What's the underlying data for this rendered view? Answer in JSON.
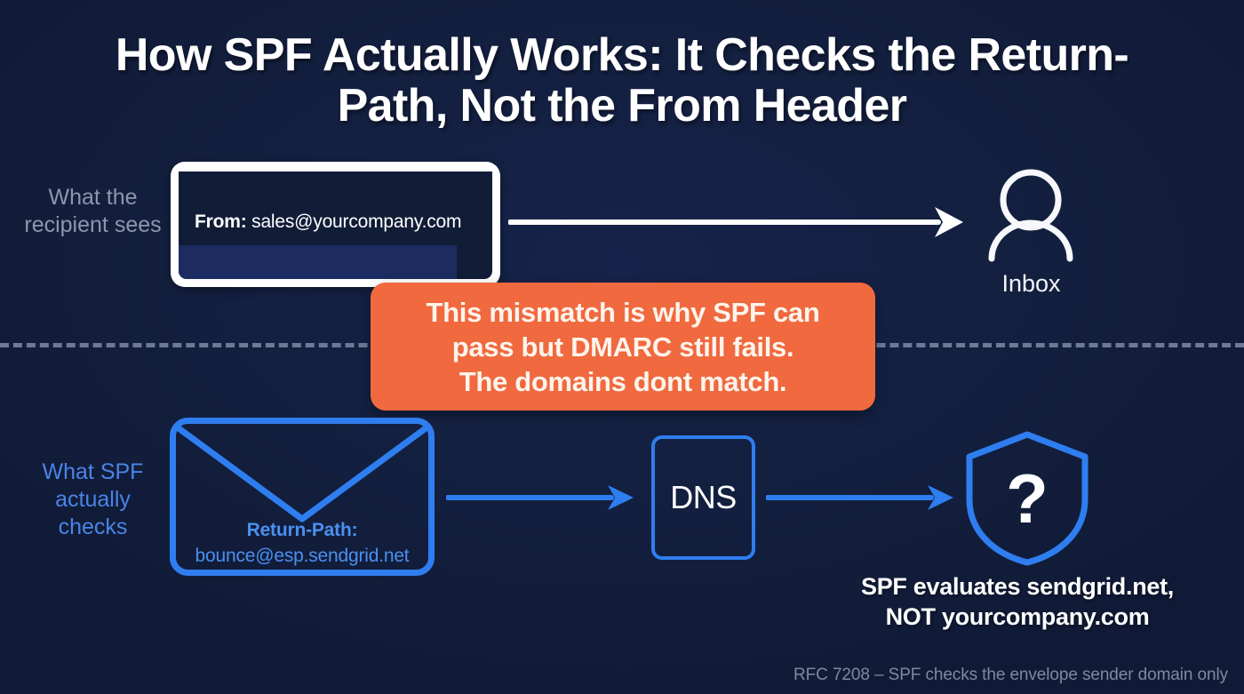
{
  "page": {
    "title": "How SPF Actually Works: It Checks the Return-Path, Not the From Header",
    "background_color": "#131f3e",
    "accent_blue": "#2f7ef0",
    "accent_orange": "#f0693f",
    "text_white": "#ffffff",
    "muted_gray": "#8d96ab"
  },
  "top_section": {
    "side_label": "What the recipient sees",
    "email_card": {
      "from_label": "From:",
      "from_value": "sales@yourcompany.com"
    },
    "arrow": {
      "name": "arrow-right-white",
      "color": "#ffffff"
    },
    "inbox": {
      "icon": "person-icon",
      "label": "Inbox"
    }
  },
  "callout": {
    "line1": "This mismatch is why SPF can",
    "line2": "pass but DMARC still fails.",
    "line3": "The domains dont match.",
    "background_color": "#f0693f",
    "text_color": "#fdf4ec"
  },
  "bottom_section": {
    "side_label": "What SPF actually checks",
    "envelope": {
      "icon": "envelope-icon",
      "return_path_label": "Return-Path:",
      "return_path_value": "bounce@esp.sendgrid.net",
      "stroke_color": "#2f7ef0"
    },
    "arrow_to_dns": {
      "name": "arrow-right-blue",
      "color": "#2f7ef0"
    },
    "dns": {
      "label": "DNS"
    },
    "arrow_to_shield": {
      "name": "arrow-right-blue",
      "color": "#2f7ef0"
    },
    "shield": {
      "icon": "shield-question-icon",
      "glyph": "?",
      "stroke_color": "#2f7ef0"
    },
    "result_caption": {
      "line1": "SPF evaluates sendgrid.net,",
      "line2": "NOT yourcompany.com"
    }
  },
  "divider": {
    "style": "dashed",
    "color": "#6d7a96"
  },
  "footer": {
    "note": "RFC 7208 – SPF checks the envelope sender domain only"
  }
}
